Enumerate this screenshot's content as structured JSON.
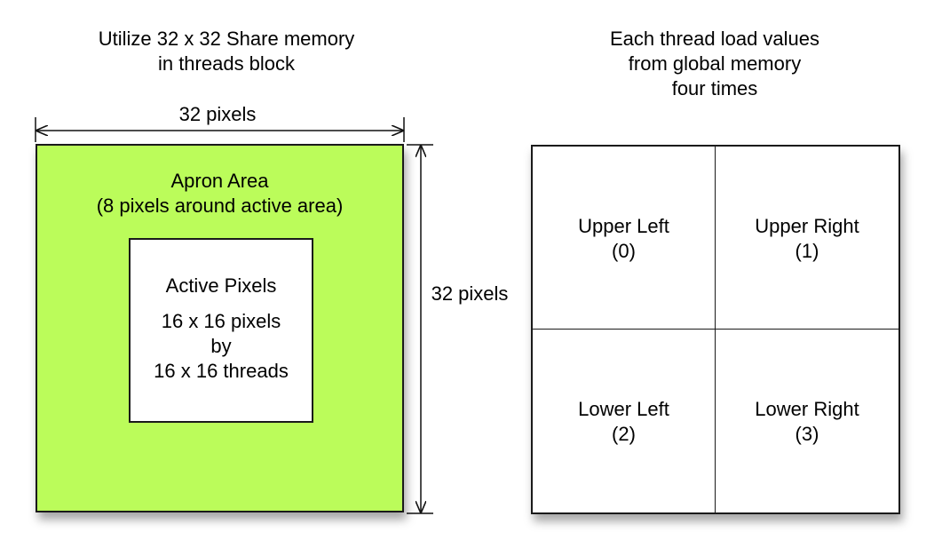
{
  "left_caption": {
    "line1": "Utilize 32 x 32 Share memory",
    "line2": "in threads block"
  },
  "right_caption": {
    "line1": "Each thread load values",
    "line2": "from global memory",
    "line3": "four times"
  },
  "dimensions": {
    "width_label": "32 pixels",
    "height_label": "32 pixels"
  },
  "apron": {
    "title": "Apron Area",
    "subtitle": "(8 pixels around active area)",
    "fill_color": "#bbfc5a"
  },
  "active": {
    "title": "Active Pixels",
    "line1": "16 x 16 pixels",
    "line2": "by",
    "line3": "16 x 16 threads"
  },
  "quadrants": [
    {
      "name": "Upper Left",
      "index": "(0)"
    },
    {
      "name": "Upper Right",
      "index": "(1)"
    },
    {
      "name": "Lower Left",
      "index": "(2)"
    },
    {
      "name": "Lower Right",
      "index": "(3)"
    }
  ]
}
